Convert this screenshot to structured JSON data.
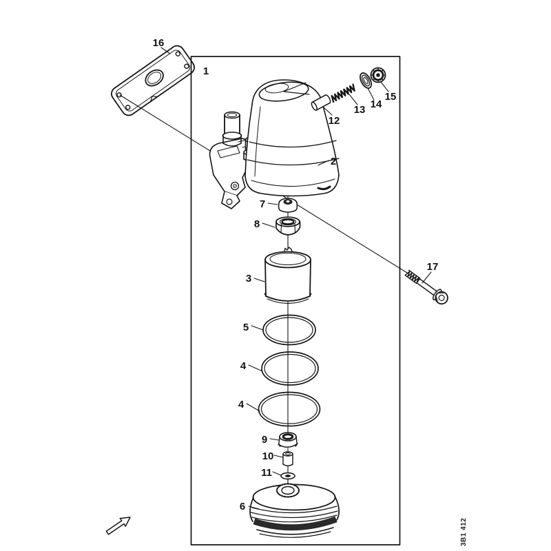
{
  "diagram": {
    "subject": "Fuel filter and supply pump exploded parts view",
    "doc_number": "3B1 412",
    "ink": "#151515",
    "paper": "#ffffff"
  },
  "labels": [
    {
      "part": "16",
      "name": "gasket"
    },
    {
      "part": "1",
      "name": "filter-assembly"
    },
    {
      "part": "12",
      "name": "pin"
    },
    {
      "part": "13",
      "name": "spring"
    },
    {
      "part": "14",
      "name": "sealing-washer"
    },
    {
      "part": "15",
      "name": "plug"
    },
    {
      "part": "2",
      "name": "filter-head"
    },
    {
      "part": "7",
      "name": "grommet"
    },
    {
      "part": "8",
      "name": "retaining-nut"
    },
    {
      "part": "3",
      "name": "filter-element"
    },
    {
      "part": "5",
      "name": "o-ring"
    },
    {
      "part": "4",
      "name": "o-ring"
    },
    {
      "part": "4",
      "name": "o-ring"
    },
    {
      "part": "9",
      "name": "seal-cup"
    },
    {
      "part": "10",
      "name": "spacer-bushing"
    },
    {
      "part": "11",
      "name": "washer"
    },
    {
      "part": "6",
      "name": "filter-bowl"
    },
    {
      "part": "17",
      "name": "cap-screw"
    }
  ],
  "icons": {
    "orientation_arrow": "up-right-outline-arrow"
  }
}
